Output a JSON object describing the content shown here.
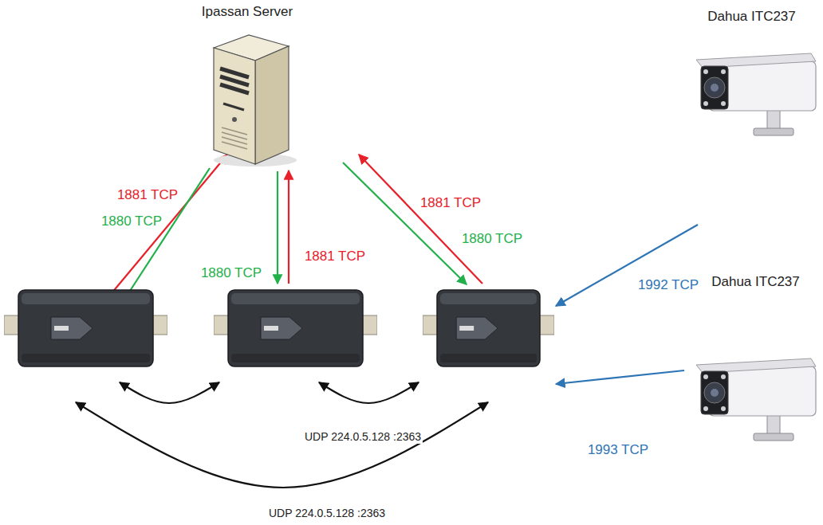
{
  "diagram": {
    "nodes": [
      {
        "text": [
          "Ipassan Server"
        ]
      },
      {
        "text": []
      },
      {
        "text": []
      },
      {
        "text": []
      },
      {
        "text": [
          "Dahua ITC237"
        ]
      },
      {
        "text": [
          "Dahua ITC237"
        ]
      }
    ],
    "edges": [
      {
        "from": 1,
        "to": 0,
        "arrow": "to",
        "label": "1881 TCP"
      },
      {
        "from": 0,
        "to": 1,
        "arrow": "to",
        "label": "1880 TCP"
      },
      {
        "from": 2,
        "to": 0,
        "arrow": "to",
        "label": "1881 TCP"
      },
      {
        "from": 0,
        "to": 2,
        "arrow": "to",
        "label": "1880 TCP"
      },
      {
        "from": 3,
        "to": 0,
        "arrow": "to",
        "label": "1881 TCP"
      },
      {
        "from": 0,
        "to": 3,
        "arrow": "to",
        "label": "1880 TCP"
      },
      {
        "from": 4,
        "to": 3,
        "arrow": "to",
        "label": "1992 TCP"
      },
      {
        "from": 5,
        "to": 3,
        "arrow": "to",
        "label": "1993 TCP"
      },
      {
        "from": 1,
        "to": 2,
        "arrow": "both"
      },
      {
        "from": 2,
        "to": 3,
        "arrow": "both",
        "label": "UDP 224.0.5.128 :2363"
      },
      {
        "from": 1,
        "to": 3,
        "arrow": "both",
        "label": "UDP 224.0.5.128 :2363"
      }
    ]
  }
}
